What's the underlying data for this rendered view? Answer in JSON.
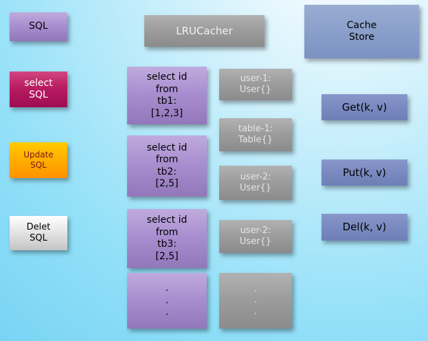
{
  "sql_column": [
    {
      "label": "SQL"
    },
    {
      "label": "select\nSQL"
    },
    {
      "label": "Update\nSQL"
    },
    {
      "label": "Delet\nSQL"
    }
  ],
  "lru": {
    "title": "LRUCacher",
    "queries": [
      {
        "label": "select id\nfrom\ntb1:\n[1,2,3]"
      },
      {
        "label": "select id\nfrom\ntb2:\n[2,5]"
      },
      {
        "label": "select id\nfrom\ntb3:\n[2,5]"
      },
      {
        "label": ".\n.\n."
      }
    ],
    "entries": [
      {
        "label": "user-1:\nUser{}"
      },
      {
        "label": "table-1:\nTable{}"
      },
      {
        "label": "user-2:\nUser{}"
      },
      {
        "label": "user-2:\nUser{}"
      },
      {
        "label": ".\n.\n."
      }
    ]
  },
  "cache_store": {
    "title": "Cache\nStore",
    "operations": [
      {
        "label": "Get(k, v)"
      },
      {
        "label": "Put(k, v)"
      },
      {
        "label": "Del(k, v)"
      }
    ]
  },
  "palette": {
    "background_highlight": "#ffffff",
    "background_blue": "#79d4f4",
    "purple_box_top": "#bfabdd",
    "purple_box_bottom": "#9277ba",
    "gray_box_top": "#b2b2b2",
    "gray_box_bottom": "#8b8b8b",
    "crimson_top": "#d1477f",
    "crimson_bottom": "#9e0c52",
    "orange_top": "#ffcc00",
    "orange_bottom": "#ff9300",
    "orange_text": "#7c1418",
    "white_box_top": "#ffffff",
    "white_box_bottom": "#c4c4c4",
    "slate_top": "#9aadd3",
    "slate_bottom": "#7d92c2",
    "operation_top": "#8997ca",
    "operation_bottom": "#6e7fb7"
  }
}
